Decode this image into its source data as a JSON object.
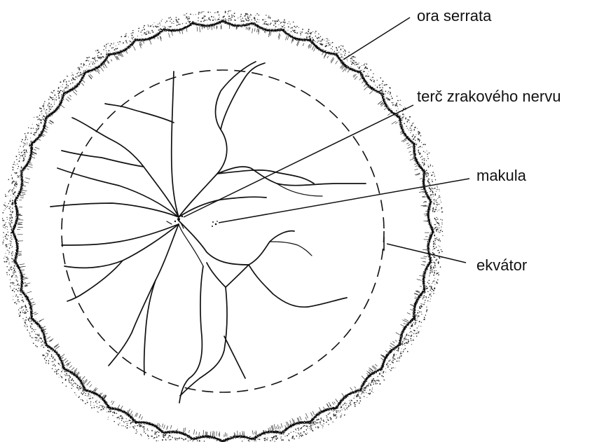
{
  "labels": {
    "ora_serrata": "ora serrata",
    "optic_disc": "terč zrakového nervu",
    "macula": "makula",
    "equator": "ekvátor"
  },
  "colors": {
    "ink": "#111111",
    "background": "#ffffff"
  }
}
